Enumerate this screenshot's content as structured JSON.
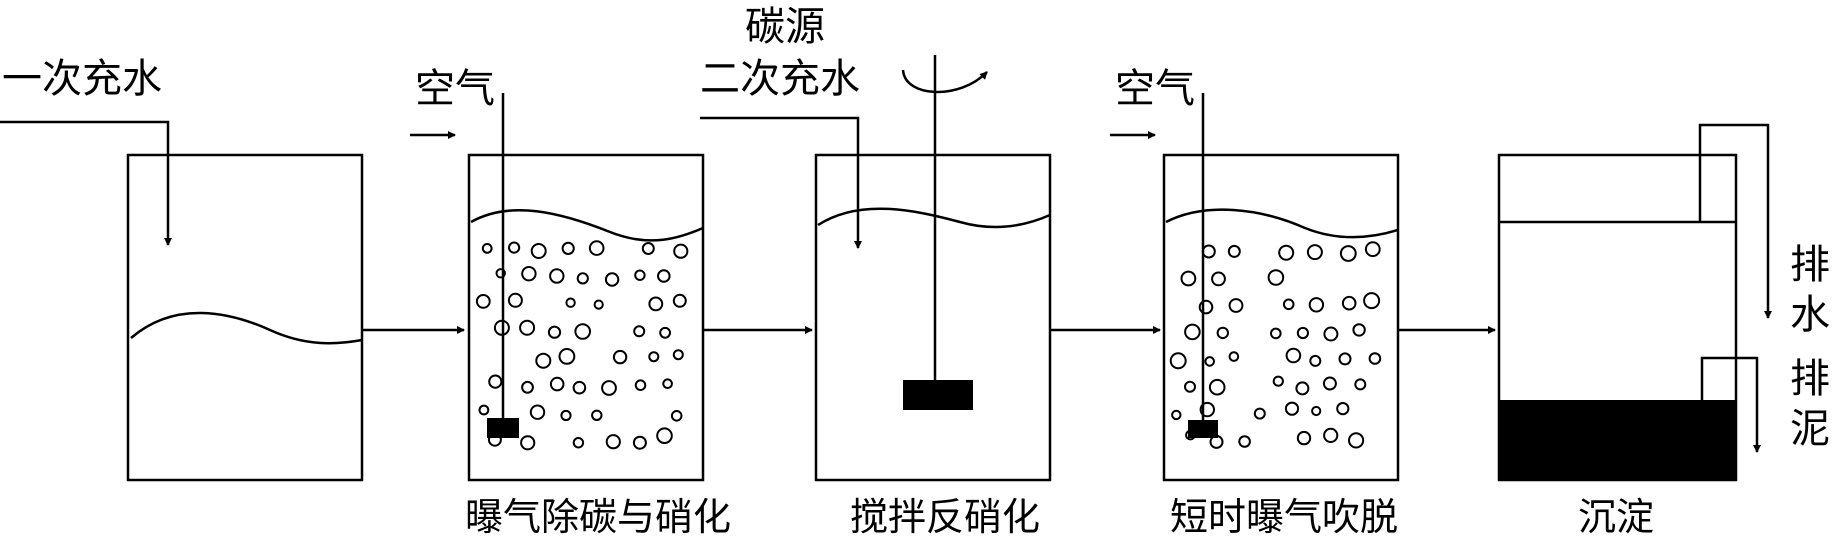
{
  "labels": {
    "first_fill": "一次充水",
    "air_1": "空气",
    "carbon_source": "碳源",
    "second_fill": "二次充水",
    "air_2": "空气",
    "drain_water": [
      "排",
      "水"
    ],
    "drain_sludge": [
      "排",
      "泥"
    ]
  },
  "stages": [
    {
      "name": "曝气除碳与硝化"
    },
    {
      "name": "搅拌反硝化"
    },
    {
      "name": "短时曝气吹脱"
    },
    {
      "name": "沉淀"
    }
  ],
  "colors": {
    "stroke": "#000000",
    "background": "#ffffff"
  }
}
